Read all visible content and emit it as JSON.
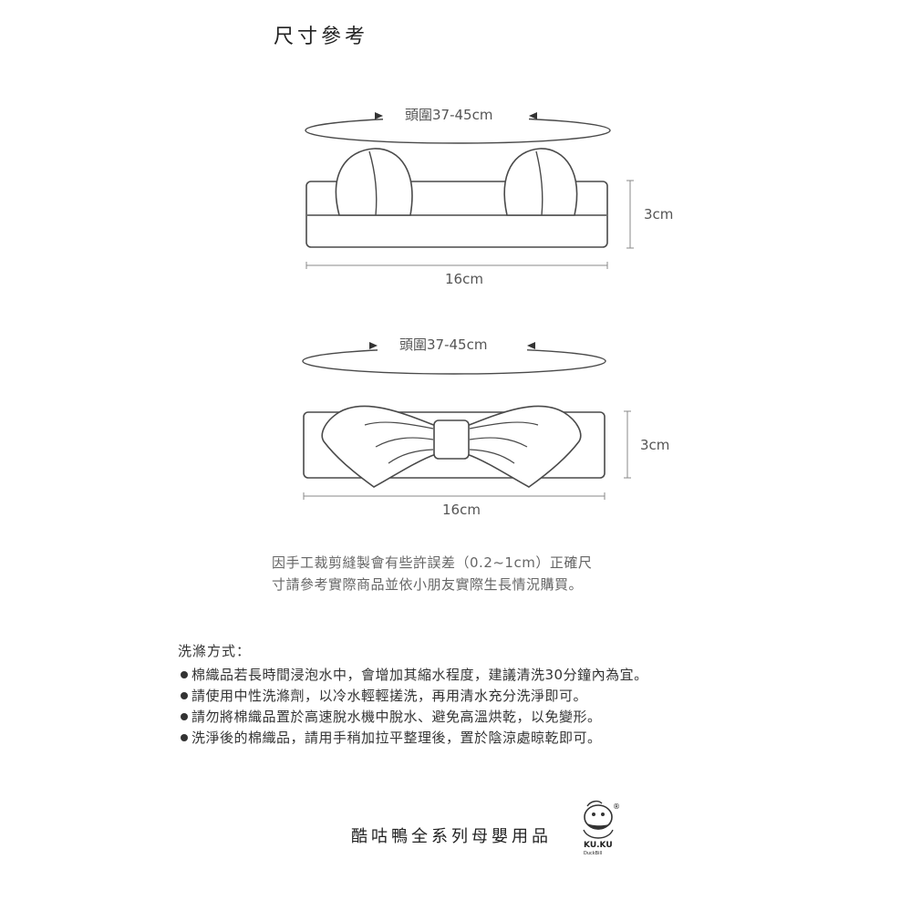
{
  "title": "尺寸參考",
  "headband1": {
    "circumference_label": "頭圍37-45cm",
    "height_label": "3cm",
    "width_label": "16cm"
  },
  "headband2": {
    "circumference_label": "頭圍37-45cm",
    "height_label": "3cm",
    "width_label": "16cm"
  },
  "note": {
    "line1": "因手工裁剪縫製會有些許誤差（0.2~1cm）正確尺",
    "line2": "寸請參考實際商品並依小朋友實際生長情況購買。"
  },
  "care": {
    "title": "洗滌方式：",
    "items": [
      "棉織品若長時間浸泡水中，會增加其縮水程度，建議清洗30分鐘內為宜。",
      "請使用中性洗滌劑，以冷水輕輕搓洗，再用清水充分洗淨即可。",
      "請勿將棉織品置於高速脫水機中脫水、避免高溫烘乾，以免變形。",
      "洗淨後的棉織品，請用手稍加拉平整理後，置於陰涼處晾乾即可。"
    ]
  },
  "footer": {
    "text": "酷咕鴨全系列母嬰用品",
    "logo_text": "KU.KU",
    "logo_subtext": "DuckBill",
    "logo_registered": "®"
  },
  "colors": {
    "line": "#4a4a4a",
    "dim_line": "#8a8a8a",
    "text_dark": "#222222",
    "text_gray": "#666666"
  },
  "icons": {
    "arrow": "triangle-arrowhead",
    "logo": "kuku-duck-logo"
  }
}
